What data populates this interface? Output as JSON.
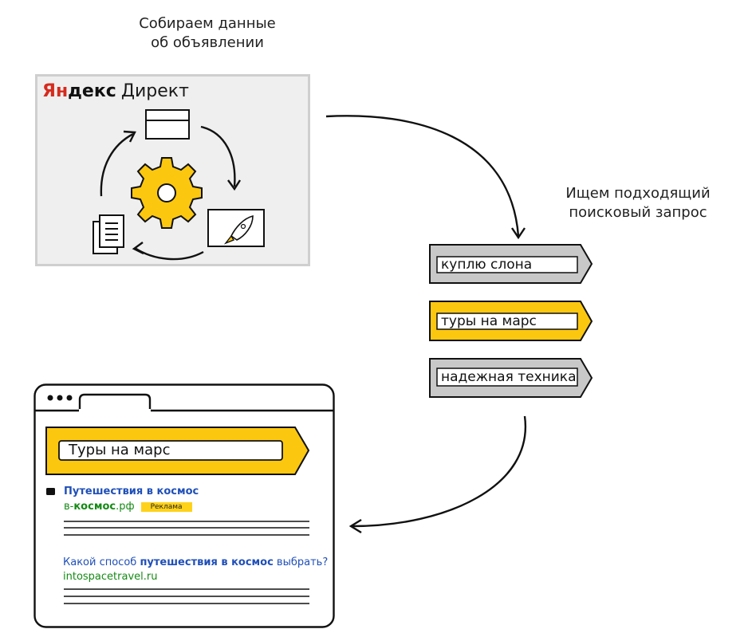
{
  "captions": {
    "collect_line1": "Собираем данные",
    "collect_line2": "об объявлении",
    "search_line1": "Ищем подходящий",
    "search_line2": "поисковый запрос"
  },
  "direct": {
    "brand_yandex_prefix": "Ян",
    "brand_yandex_suffix": "декс",
    "brand_product": "Директ",
    "icons": [
      "ad-card-icon",
      "gear-icon",
      "rocket-banner-icon",
      "documents-icon",
      "cycle-arrows-icon"
    ]
  },
  "queries": [
    {
      "text": "куплю слона",
      "color": "#c8c8c8",
      "highlighted": false
    },
    {
      "text": "туры на марс",
      "color": "#fcc70f",
      "highlighted": true
    },
    {
      "text": "надежная техника",
      "color": "#c8c8c8",
      "highlighted": false
    }
  ],
  "browser": {
    "search_query": "Туры на марс",
    "search_bar_color": "#fcc70f",
    "ad": {
      "title": "Путешествия в космос",
      "url_prefix": "в-",
      "url_bold": "космос",
      "url_suffix": ".рф",
      "label": "Реклама"
    },
    "organic": {
      "title_prefix": "Какой способ ",
      "title_bold": "путешествия в космос",
      "title_suffix": " выбрать?",
      "url": "intospacetravel.ru"
    }
  },
  "colors": {
    "accent_yellow": "#fcc70f",
    "query_gray": "#c8c8c8",
    "link_blue": "#1f4fb8",
    "url_green": "#148a14",
    "brand_red": "#d52b1e"
  }
}
